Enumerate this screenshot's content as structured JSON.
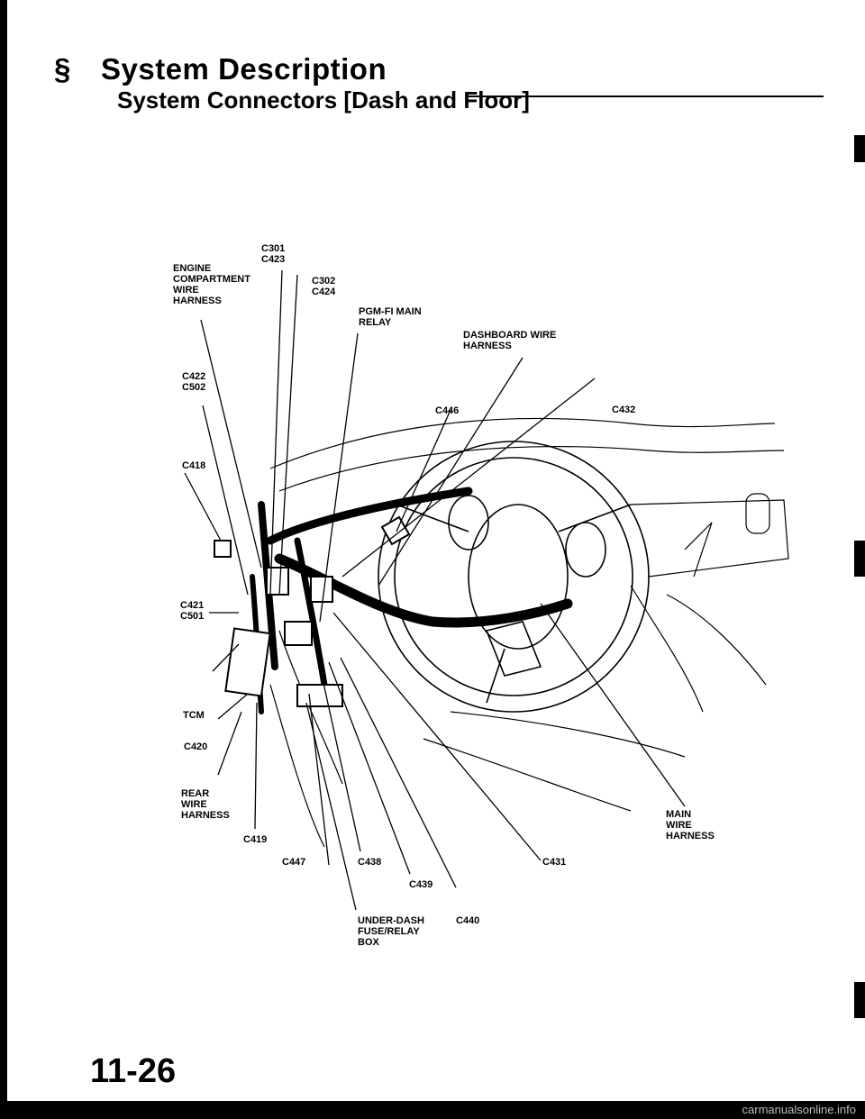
{
  "header": {
    "glyph": "§",
    "title": "System Description",
    "subtitle": "System Connectors [Dash and Floor]"
  },
  "labels": {
    "c301_c423": "C301\nC423",
    "engine_harness": "ENGINE\nCOMPARTMENT\nWIRE\nHARNESS",
    "c302_c424": "C302\nC424",
    "pgm_fi": "PGM-FI MAIN\nRELAY",
    "dashboard_harness": "DASHBOARD WIRE\nHARNESS",
    "c422_c502": "C422\nC502",
    "c446": "C446",
    "c432": "C432",
    "c418": "C418",
    "c421_c501": "C421\nC501",
    "tcm": "TCM",
    "c420": "C420",
    "rear_harness": "REAR\nWIRE\nHARNESS",
    "main_harness": "MAIN\nWIRE\nHARNESS",
    "c419": "C419",
    "c447": "C447",
    "c438": "C438",
    "c431": "C431",
    "c439": "C439",
    "under_dash": "UNDER-DASH\nFUSE/RELAY\nBOX",
    "c440": "C440"
  },
  "footer": {
    "page_number": "11-26",
    "watermark": "carmanualsonline.info"
  }
}
